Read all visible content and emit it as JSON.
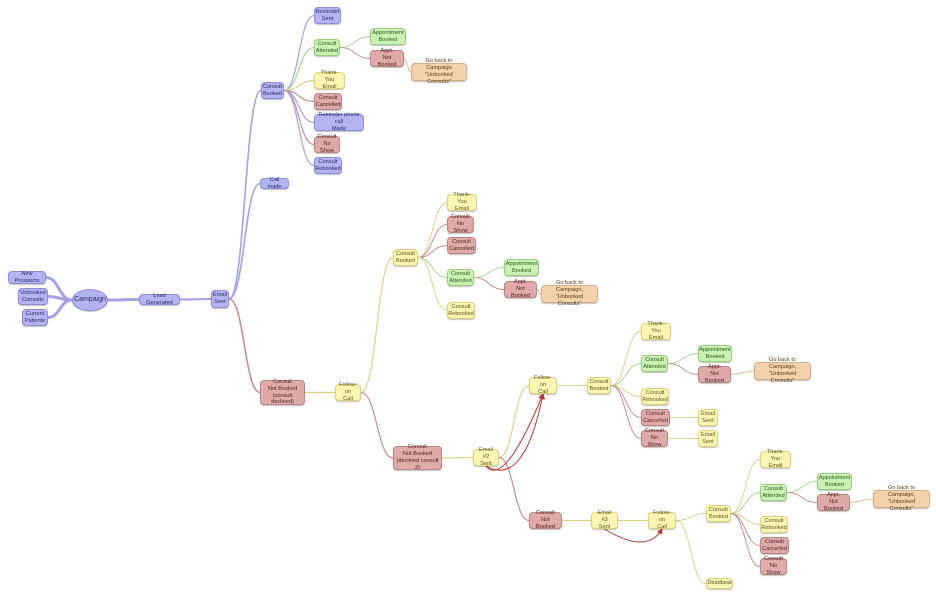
{
  "colors": {
    "blue": "#b4b4f2",
    "red": "#deaaaa",
    "yellow": "#fbf7b3",
    "green": "#cbf2b4",
    "orange": "#f3d2ad",
    "line_blue": "#a3a3e6",
    "line_red": "#c98f8f",
    "line_yellow": "#dad48a",
    "line_green": "#a6d98e",
    "line_orange": "#e1bb90",
    "arrow": "#b23b3b"
  },
  "nodes": {
    "new_prospects": "New Prospects",
    "unbooked_consults": "Unbooked\nConsults",
    "current_patients": "Current\nPatients",
    "campaign": "Campaign",
    "lead_generated": "Lead Generated",
    "email_sent": "Email\nSent",
    "consult_booked_top": "Consult\nBooked",
    "call_made": "Call made",
    "consult_not_booked_declined": "Consult\nNot Booked\n(consult declined)",
    "reminder_sent": "Reminder\nSent",
    "consult_attended_top": "Consult\nAttended",
    "appt_booked_top": "Appointment\nBooked",
    "appt_not_booked_top": "Appt.\nNot Booked",
    "go_back_top": "Go back to Campaign\n\"Unbooked Consults\"",
    "thank_you_top": "Thank-You\nEmail",
    "consult_cancelled_top": "Consult\nCancelled",
    "reminder_call": "Reminder phone call\nMade",
    "consult_noshow_top": "Consult\nNo Show",
    "consult_rebooked_top": "Consult\nRebooked",
    "followon_call_1": "Follow-on\nCall",
    "consult_booked_mid": "Consult\nBooked",
    "thank_you_mid": "Thank-You\nEmail",
    "consult_noshow_mid": "Consult\nNo Show",
    "consult_cancelled_mid": "Consult\nCancelled",
    "consult_attended_mid": "Consult\nAttended",
    "appt_booked_mid": "Appointment\nBooked",
    "appt_not_booked_mid": "Appt.\nNot Booked",
    "go_back_mid": "Go back to Campaign,\n\"Unbooked Consults\"",
    "consult_rebooked_mid": "Consult\nRebooked",
    "consult_not_booked_declined2": "Consult\nNot Booked\n(declined consult 2)",
    "email2_sent": "Email #2\nSent",
    "followon_call_2": "Follow-on\nCall",
    "consult_booked_r": "Consult\nBooked",
    "thank_you_r": "Thank-You\nEmail",
    "consult_attended_r": "Consult\nAttended",
    "appt_booked_r": "Appointment\nBooked",
    "appt_not_booked_r": "Appt.\nNot Booked",
    "go_back_r": "Go back to Campaign,\n\"Unbooked Consults\"",
    "consult_rebooked_r": "Consult\nRebooked",
    "consult_cancelled_r": "Consult\nCancelled",
    "email_sent_r1": "Email\nSent",
    "consult_noshow_r": "Consult\nNo Show",
    "email_sent_r2": "Email\nSent",
    "consult_not_booked_low": "Consult\nNot Booked",
    "email3_sent": "Email #3\nSent",
    "followon_call_3": "Follow-on\nCall",
    "consult_booked_low": "Consult\nBooked",
    "thank_you_low": "Thank-You\nEmail",
    "consult_attended_low": "Consult\nAttended",
    "appt_booked_low": "Appointment\nBooked",
    "appt_not_booked_low": "Appt.\nNot Booked",
    "go_back_low": "Go back to Campaign,\n\"Unbooked Consults\"",
    "consult_rebooked_low": "Consult\nRebooked",
    "consult_cancelled_low": "Consult\nCancelled",
    "consult_noshow_low": "Consult\nNo Show",
    "deadbeat": "Deadbeat"
  }
}
